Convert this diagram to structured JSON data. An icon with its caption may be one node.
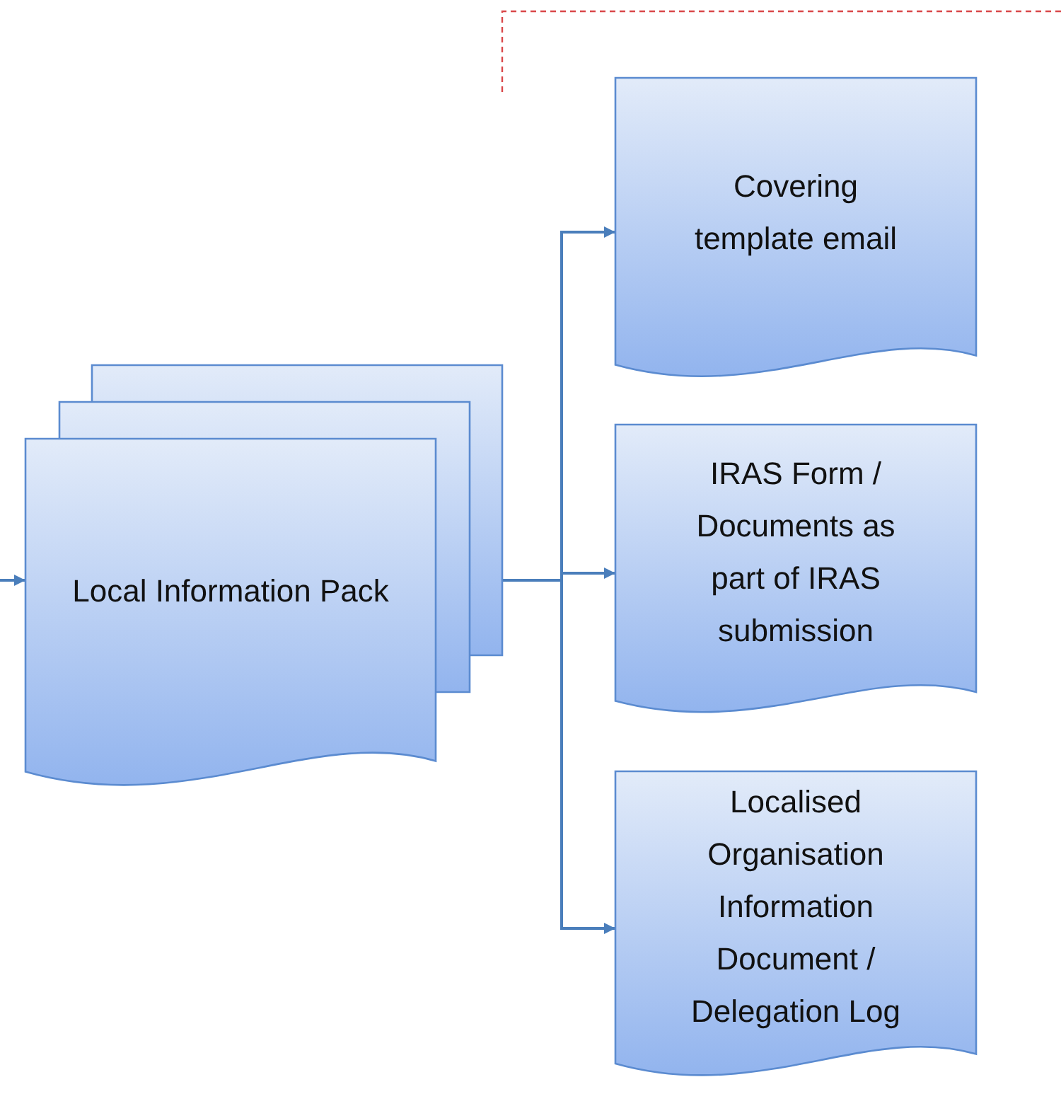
{
  "diagram": {
    "nodes": [
      {
        "text": [
          "Local Information Pack"
        ]
      },
      {
        "text": [
          "Covering template email"
        ]
      },
      {
        "text": [
          "IRAS Form / Documents as part of IRAS submission"
        ]
      },
      {
        "text": [
          "Localised Organisation Information Document / Delegation Log"
        ]
      }
    ],
    "edges": [
      {
        "from": null,
        "to": 0,
        "arrow": "to"
      },
      {
        "from": 0,
        "to": 1,
        "arrow": "to"
      },
      {
        "from": 0,
        "to": 2,
        "arrow": "to"
      },
      {
        "from": 0,
        "to": 3,
        "arrow": "to"
      }
    ]
  }
}
